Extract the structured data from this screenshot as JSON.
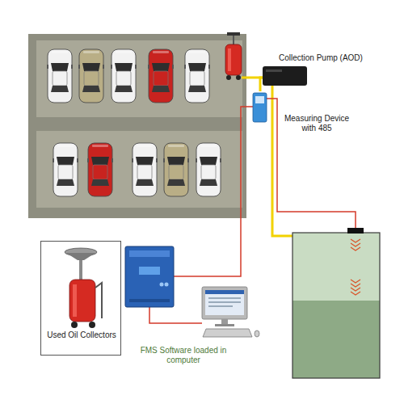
{
  "diagram": {
    "nodes": [
      {
        "text": [
          "Collection Pump (AOD)"
        ]
      },
      {
        "text": [
          "Measuring Device with 485"
        ]
      },
      {
        "text": [
          "Used Oil Collectors"
        ]
      },
      {
        "text": [
          "FMS Software loaded in computer"
        ]
      }
    ],
    "edges": [
      {
        "from": 1,
        "to": 0,
        "arrow": "none"
      }
    ]
  }
}
